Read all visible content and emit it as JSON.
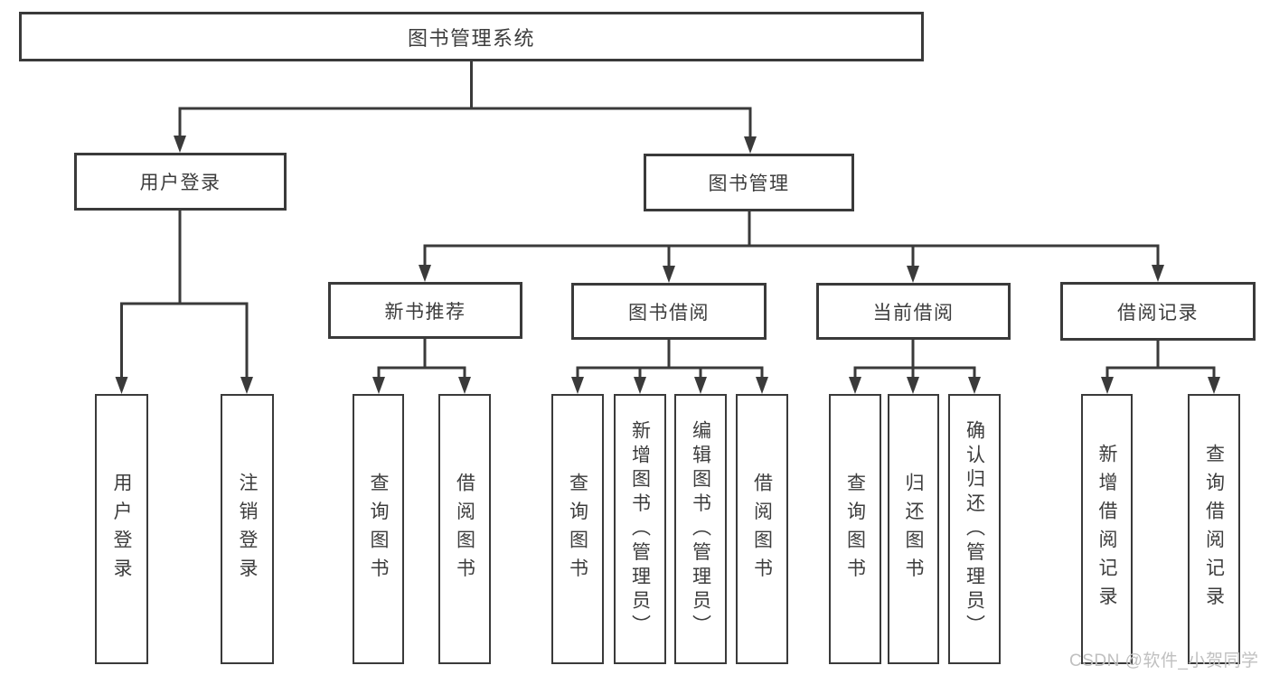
{
  "diagram": {
    "title": "图书管理系统",
    "nodes": {
      "root": "图书管理系统",
      "user_login": "用户登录",
      "book_mgmt": "图书管理",
      "new_book_rec": "新书推荐",
      "book_borrow": "图书借阅",
      "current_borrow": "当前借阅",
      "borrow_record": "借阅记录",
      "ul_login": "用户登录",
      "ul_logout": "注销登录",
      "nbr_query_book": "查询图书",
      "nbr_borrow_book": "借阅图书",
      "bb_query_book": "查询图书",
      "bb_add_book": "新增图书（管理员）",
      "bb_edit_book": "编辑图书（管理员）",
      "bb_borrow_book": "借阅图书",
      "cb_query_book": "查询图书",
      "cb_return_book": "归还图书",
      "cb_confirm_return": "确认归还（管理员）",
      "br_add_record": "新增借阅记录",
      "br_query_record": "查询借阅记录"
    },
    "hierarchy": {
      "图书管理系统": {
        "用户登录": [
          "用户登录",
          "注销登录"
        ],
        "图书管理": {
          "新书推荐": [
            "查询图书",
            "借阅图书"
          ],
          "图书借阅": [
            "查询图书",
            "新增图书（管理员）",
            "编辑图书（管理员）",
            "借阅图书"
          ],
          "当前借阅": [
            "查询图书",
            "归还图书",
            "确认归还（管理员）"
          ],
          "借阅记录": [
            "新增借阅记录",
            "查询借阅记录"
          ]
        }
      }
    }
  },
  "watermark": {
    "text": "CSDN @软件_小贺同学"
  },
  "colors": {
    "line": "#3a3a3a",
    "text": "#3d3d3d",
    "watermark": "#c0c0c0",
    "background": "#ffffff"
  }
}
